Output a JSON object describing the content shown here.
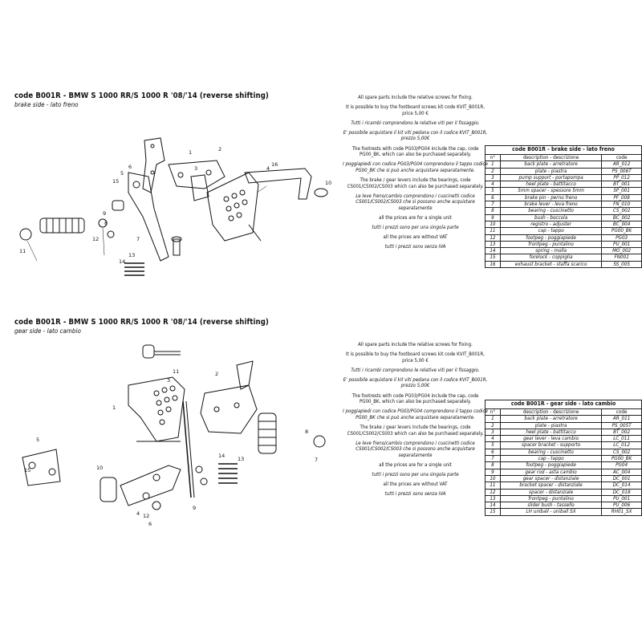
{
  "brake": {
    "title": "code B001R - BMW S 1000 RR/S 1000 R '08/'14 (reverse shifting)",
    "subtitle": "brake side - lato freno",
    "table_title": "code B001R - brake side - lato freno",
    "headers": [
      "n°",
      "description - descrizione",
      "code"
    ],
    "rows": [
      [
        "1",
        "back plate - arretratore",
        "AR_012"
      ],
      [
        "2",
        "plate - piastra",
        "PS_006T"
      ],
      [
        "3",
        "pump support - portapompa",
        "PP_012"
      ],
      [
        "4",
        "heel plate - battitacco",
        "BT_001"
      ],
      [
        "5",
        "5mm spacer - spessore 5mm",
        "SP_001"
      ],
      [
        "6",
        "brake pin - perno freno",
        "PF_008"
      ],
      [
        "7",
        "brake lever - leva freno",
        "FN_010"
      ],
      [
        "8",
        "bearing - cuscinetto",
        "CS_002"
      ],
      [
        "9",
        "bush - boccola",
        "BC_002"
      ],
      [
        "10",
        "registro - adjuster",
        "BC_004"
      ],
      [
        "11",
        "cap - tappo",
        "PG00_BK"
      ],
      [
        "12",
        "footpeg - poggiapiede",
        "PG03"
      ],
      [
        "13",
        "frontpeg - puntalino",
        "PU_001"
      ],
      [
        "14",
        "spring - molla",
        "MO_002"
      ],
      [
        "15",
        "forelock - coppiglia",
        "FN001"
      ],
      [
        "16",
        "exhaust bracket - staffa scarico",
        "SS_005"
      ]
    ],
    "notes": [
      {
        "text": "All spare parts include the relative screws for fixing.",
        "italic": false
      },
      {
        "text": "It is possible to buy the footboard screws kit code KVIT_B001R, price 5,00 €",
        "italic": false
      },
      {
        "text": "Tutti i ricambi comprendono le relative viti per il fissaggio.",
        "italic": true
      },
      {
        "text": "E' possibile acquistare il kit viti pedana con il codice KVIT_B001R, prezzo 5,00€",
        "italic": true
      },
      {
        "text": "The footrests with code PG03/PG04 include the cap, code PG00_BK, which can also be purchased separately.",
        "italic": false
      },
      {
        "text": "I poggiapiedi con codice PG03/PG04 comprendono il tappo codice PG00_BK che si può anche acquistare separatamente.",
        "italic": true
      },
      {
        "text": "The brake / gear levers include the bearings, code CS001/CS002/CS003 which can also be purchased separately.",
        "italic": false
      },
      {
        "text": "Le leve freno/cambio comprendono i cuscinetti codice CS001/CS002/CS003 che si possono anche acquistare separatamente",
        "italic": true
      },
      {
        "text": "all the prices are for a single unit",
        "italic": false
      },
      {
        "text": "tutti i prezzi sono per una singola parte",
        "italic": true
      },
      {
        "text": "all the prices are without VAT",
        "italic": false
      },
      {
        "text": "tutti i prezzi sono senza IVA",
        "italic": true
      }
    ]
  },
  "gear": {
    "title": "code B001R - BMW S 1000 RR/S 1000 R '08/'14 (reverse shifting)",
    "subtitle": "gear side - lato cambio",
    "table_title": "code B001R - gear side - lato cambio",
    "headers": [
      "n°",
      "description - descrizione",
      "code"
    ],
    "rows": [
      [
        "1",
        "back plate - arretratore",
        "AR_011"
      ],
      [
        "2",
        "plate - piastra",
        "PS_005T"
      ],
      [
        "3",
        "heel plate - battitacco",
        "BT_002"
      ],
      [
        "4",
        "gear lever - leva cambio",
        "LC_011"
      ],
      [
        "5",
        "spacer bracket - supporto",
        "LC_012"
      ],
      [
        "6",
        "bearing - cuscinetto",
        "CS_002"
      ],
      [
        "7",
        "cap - tappo",
        "PG00_BK"
      ],
      [
        "8",
        "footpeg - poggiapiede",
        "PG04"
      ],
      [
        "9",
        "gear rod - asta cambio",
        "AC_004"
      ],
      [
        "10",
        "gear spacer - distanziale",
        "DC_001"
      ],
      [
        "11",
        "bracket spacer - distanziale",
        "DC_014"
      ],
      [
        "12",
        "spacer - distanziale",
        "DC_018"
      ],
      [
        "13",
        "frontpeg - puntalino",
        "PU_001"
      ],
      [
        "14",
        "slider bush - tassello",
        "PU_006"
      ],
      [
        "15",
        "LH uniball - uniball SX",
        "RH01_SX"
      ]
    ],
    "notes": [
      {
        "text": "All spare parts include the relative screws for fixing.",
        "italic": false
      },
      {
        "text": "It is possible to buy the footboard screws kit code KVIT_B001R, price 5,00 €",
        "italic": false
      },
      {
        "text": "Tutti i ricambi comprendono le relative viti per il fissaggio.",
        "italic": true
      },
      {
        "text": "E' possibile acquistare il kit viti pedana con il codice KVIT_B001R, prezzo 5,00€",
        "italic": true
      },
      {
        "text": "The footrests with code PG03/PG04 include the cap, code PG00_BK, which can also be purchased separately.",
        "italic": false
      },
      {
        "text": "I poggiapiedi con codice PG03/PG04 comprendono il tappo codice PG00_BK che si può anche acquistare separatamente.",
        "italic": true
      },
      {
        "text": "The brake / gear levers include the bearings, code CS001/CS002/CS003 which can also be purchased separately.",
        "italic": false
      },
      {
        "text": "Le leve freno/cambio comprendono i cuscinetti codice CS001/CS002/CS003 che si possono anche acquistare separatamente",
        "italic": true
      },
      {
        "text": "all the prices are for a single unit",
        "italic": false
      },
      {
        "text": "tutti i prezzi sono per una singola parte",
        "italic": true
      },
      {
        "text": "all the prices are without VAT",
        "italic": false
      },
      {
        "text": "tutti i prezzi sono senza IVA",
        "italic": true
      }
    ]
  },
  "callouts_brake": [
    "1",
    "2",
    "3",
    "4",
    "5",
    "6",
    "7",
    "8",
    "9",
    "10",
    "11",
    "12",
    "13",
    "14",
    "15",
    "16"
  ],
  "callouts_gear": [
    "1",
    "2",
    "3",
    "4",
    "5",
    "6",
    "7",
    "8",
    "9",
    "10",
    "11",
    "12",
    "13",
    "14",
    "15"
  ]
}
